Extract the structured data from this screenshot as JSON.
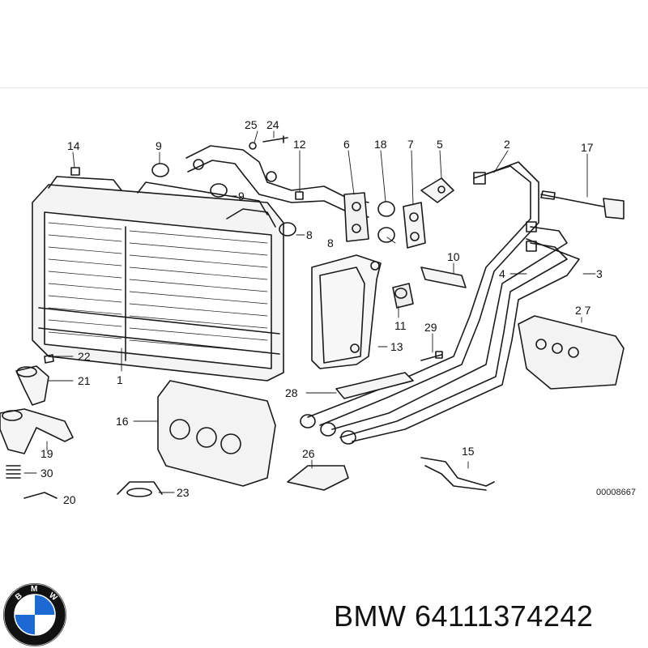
{
  "diagram": {
    "reference_code": "00008667",
    "callouts": [
      "1",
      "2",
      "3",
      "4",
      "5",
      "6",
      "7",
      "8",
      "8",
      "9",
      "9",
      "10",
      "11",
      "12",
      "13",
      "14",
      "15",
      "16",
      "17",
      "18",
      "19",
      "20",
      "21",
      "22",
      "23",
      "24",
      "25",
      "26",
      "27",
      "28",
      "29",
      "30"
    ]
  },
  "footer": {
    "brand": "BMW",
    "part_number": "64111374242",
    "logo_letters": "BMW"
  },
  "colors": {
    "line": "#1a1a1a",
    "logo_blue": "#1c69d4",
    "logo_ring": "#111111"
  }
}
